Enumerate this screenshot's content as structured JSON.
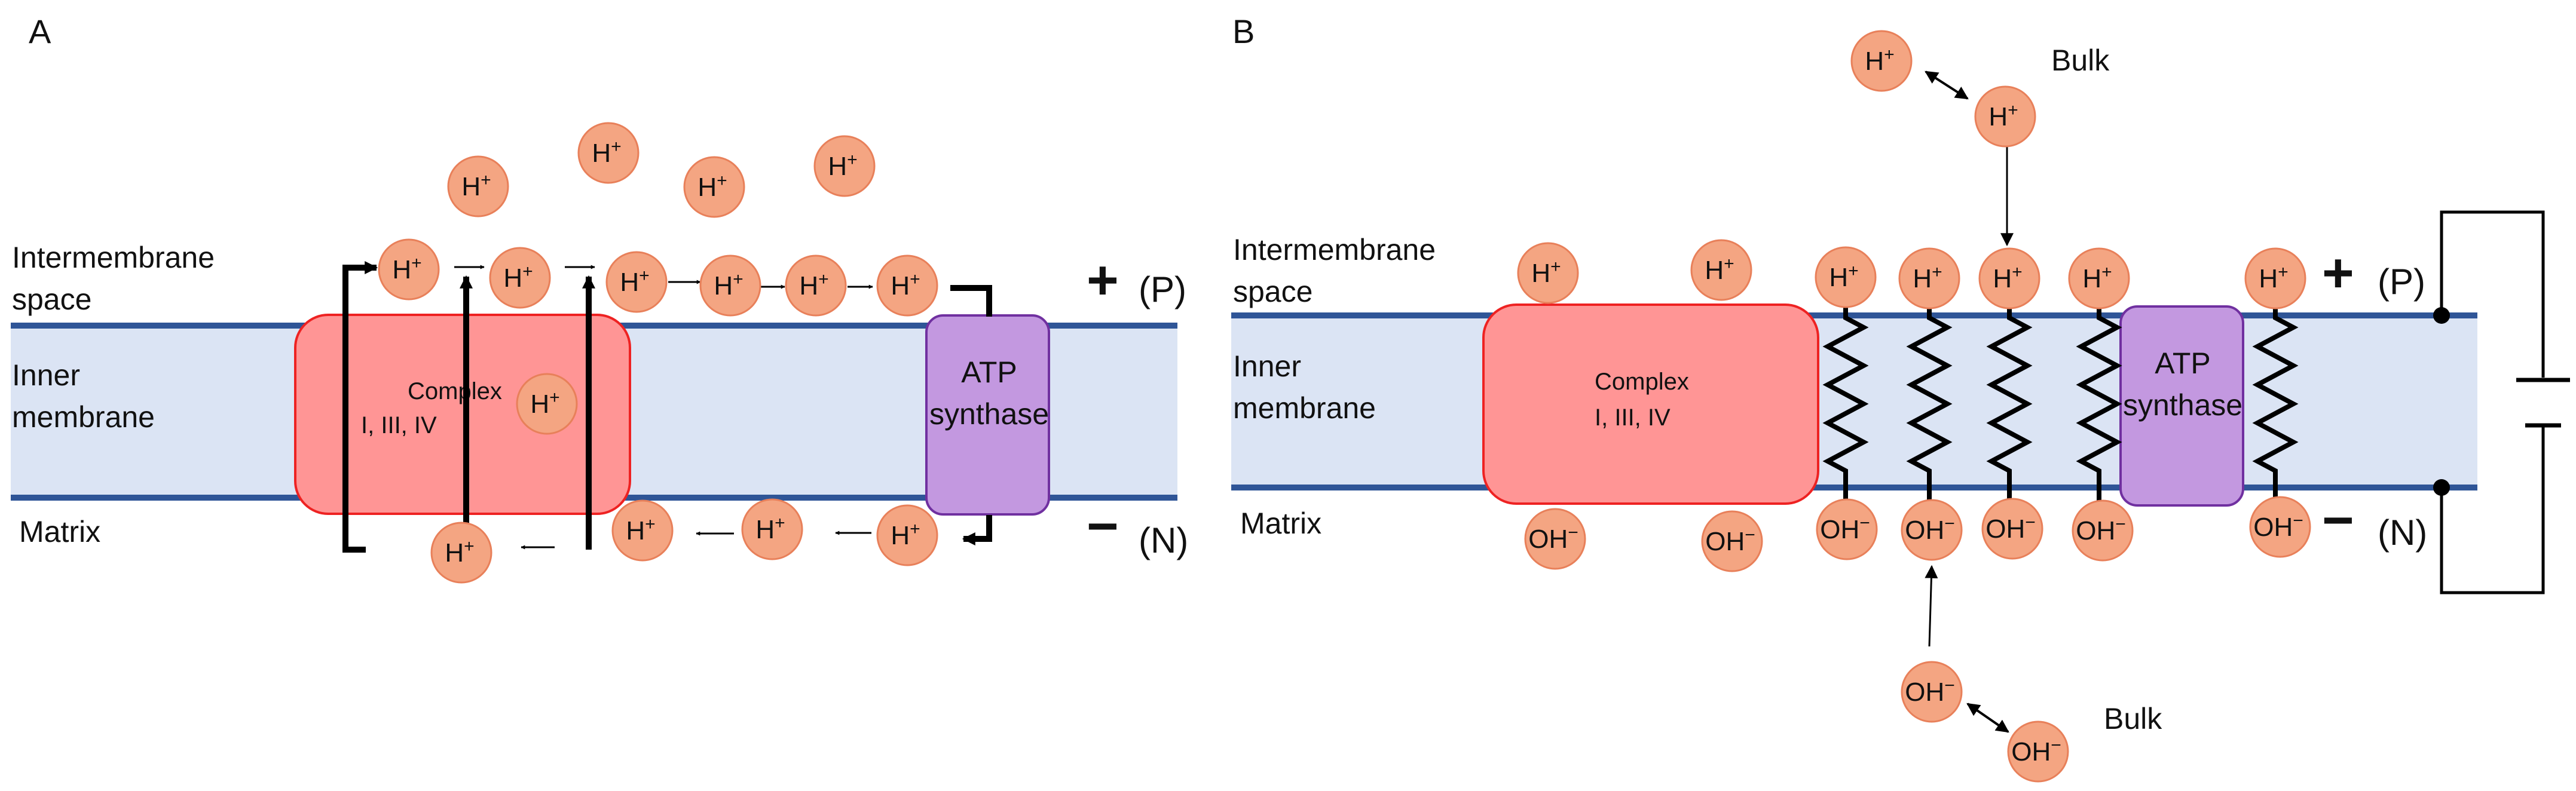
{
  "colors": {
    "membrane_fill": "#dbe4f4",
    "membrane_line": "#2f5597",
    "complex_fill": "#ff9595",
    "complex_stroke": "#ee2222",
    "atp_fill": "#c398e0",
    "atp_stroke": "#7030a0",
    "ion_fill": "#f4a582",
    "ion_stroke": "#e8805a"
  },
  "ion_labels": {
    "proton": "H",
    "proton_charge": "+",
    "hydroxide": "OH",
    "hydroxide_charge": "−"
  },
  "panel_a": {
    "letter": "A",
    "labels": {
      "intermembrane": [
        "Intermembrane",
        "space"
      ],
      "inner_membrane": [
        "Inner",
        "membrane"
      ],
      "matrix": "Matrix"
    },
    "complex_label": [
      "Complex",
      "I, III, IV"
    ],
    "atp_label": [
      "ATP",
      "synthase"
    ],
    "plus": "+",
    "p_label": "(P)",
    "minus": "−",
    "n_label": "(N)"
  },
  "panel_b": {
    "letter": "B",
    "labels": {
      "intermembrane": [
        "Intermembrane",
        "space"
      ],
      "inner_membrane": [
        "Inner",
        "membrane"
      ],
      "matrix": "Matrix"
    },
    "complex_label": [
      "Complex",
      "I, III, IV"
    ],
    "atp_label": [
      "ATP",
      "synthase"
    ],
    "plus": "+",
    "p_label": "(P)",
    "minus": "−",
    "n_label": "(N)",
    "bulk_top": "Bulk",
    "bulk_bottom": "Bulk"
  }
}
